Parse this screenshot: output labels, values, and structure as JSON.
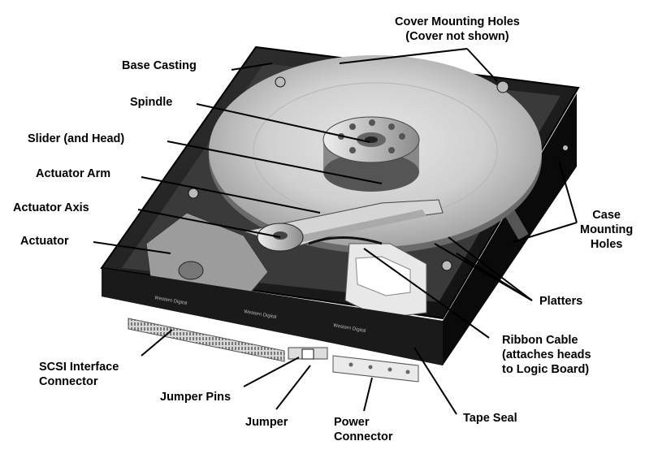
{
  "labels": {
    "cover_holes": "Cover Mounting Holes\n(Cover not shown)",
    "base_casting": "Base Casting",
    "spindle": "Spindle",
    "slider": "Slider (and Head)",
    "actuator_arm": "Actuator Arm",
    "actuator_axis": "Actuator Axis",
    "actuator": "Actuator",
    "case_holes": "Case\nMounting\nHoles",
    "platters": "Platters",
    "ribbon_cable": "Ribbon Cable\n(attaches heads\nto Logic Board)",
    "scsi": "SCSI Interface\nConnector",
    "jumper_pins": "Jumper Pins",
    "jumper": "Jumper",
    "power": "Power\nConnector",
    "tape_seal": "Tape Seal"
  },
  "board_brand": "Western Digital",
  "colors": {
    "case": "#1c1c1c",
    "platter": "#c9c9c9",
    "connector": "#dcdcdc",
    "label": "#000000"
  }
}
